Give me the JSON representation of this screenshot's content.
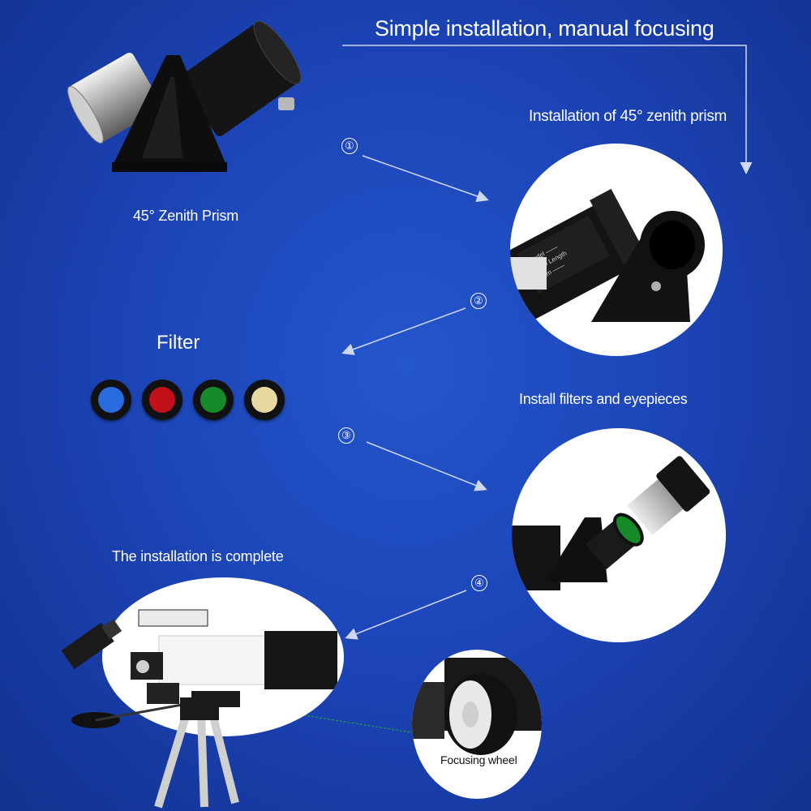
{
  "header": {
    "title": "Simple installation, manual focusing"
  },
  "labels": {
    "zenith_prism": "45° Zenith Prism",
    "step1_caption": "Installation of 45° zenith prism",
    "filter_title": "Filter",
    "step3_caption": "Install filters and eyepieces",
    "complete": "The installation is complete",
    "focusing_wheel": "Focusing wheel"
  },
  "steps": [
    "①",
    "②",
    "③",
    "④"
  ],
  "filters": [
    {
      "name": "blue-filter",
      "color": "#2a6ce0"
    },
    {
      "name": "red-filter",
      "color": "#c0101a"
    },
    {
      "name": "green-filter",
      "color": "#178a2a"
    },
    {
      "name": "yellow-filter",
      "color": "#e6d8a0"
    }
  ],
  "colors": {
    "background": "#1b40b4",
    "text": "#ffffff",
    "arrow": "#d0d8f0"
  }
}
